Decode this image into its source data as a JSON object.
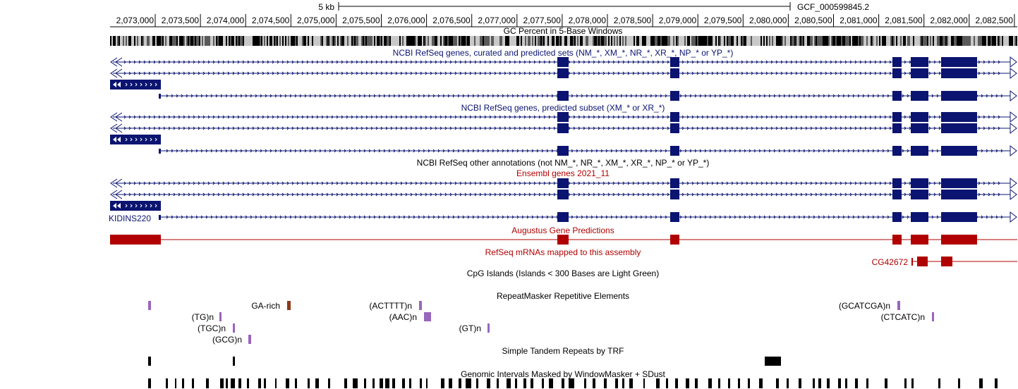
{
  "scale": {
    "label": "5 kb",
    "assembly": "GCF_000599845.2"
  },
  "ruler": {
    "ticks": [
      "2,073,000",
      "2,073,500",
      "2,074,000",
      "2,074,500",
      "2,075,000",
      "2,075,500",
      "2,076,000",
      "2,076,500",
      "2,077,000",
      "2,077,500",
      "2,078,000",
      "2,078,500",
      "2,079,000",
      "2,079,500",
      "2,080,000",
      "2,080,500",
      "2,081,000",
      "2,081,500",
      "2,082,000",
      "2,082,500"
    ]
  },
  "tracks": {
    "gc": {
      "title": "GC Percent in 5-Base Windows"
    },
    "refseq_curated": {
      "title": "NCBI RefSeq genes, curated and predicted sets (NM_*, XM_*, NR_*, XR_*, NP_* or YP_*)"
    },
    "refseq_predicted": {
      "title": "NCBI RefSeq genes, predicted subset (XM_* or XR_*)"
    },
    "refseq_other": {
      "title": "NCBI RefSeq other annotations (not NM_*, NR_*, XM_*, XR_*, NP_* or YP_*)"
    },
    "ensembl": {
      "title": "Ensembl genes 2021_11",
      "gene_label": "KIDINS220"
    },
    "augustus": {
      "title": "Augustus Gene Predictions"
    },
    "refseq_mrna": {
      "title": "RefSeq mRNAs mapped to this assembly",
      "gene_label": "CG42672"
    },
    "cpg": {
      "title": "CpG Islands (Islands < 300 Bases are Light Green)"
    },
    "repeatmasker": {
      "title": "RepeatMasker Repetitive Elements",
      "labels": [
        "GA-rich",
        "(ACTTTT)n",
        "(AAC)n",
        "(TG)n",
        "(TGC)n",
        "(GCG)n",
        "(GT)n",
        "(GCATCGA)n",
        "(CTCATC)n"
      ]
    },
    "trf": {
      "title": "Simple Tandem Repeats by TRF"
    },
    "windowmasker": {
      "title": "Genomic Intervals Masked by WindowMasker + SDust"
    }
  },
  "colors": {
    "navy": "#0b1470",
    "ensembl_red": "#b30000",
    "augustus_red": "#b00000",
    "repeat_purple": "#9966bb",
    "repeat_brown": "#8b3a1a",
    "black": "#000000"
  }
}
